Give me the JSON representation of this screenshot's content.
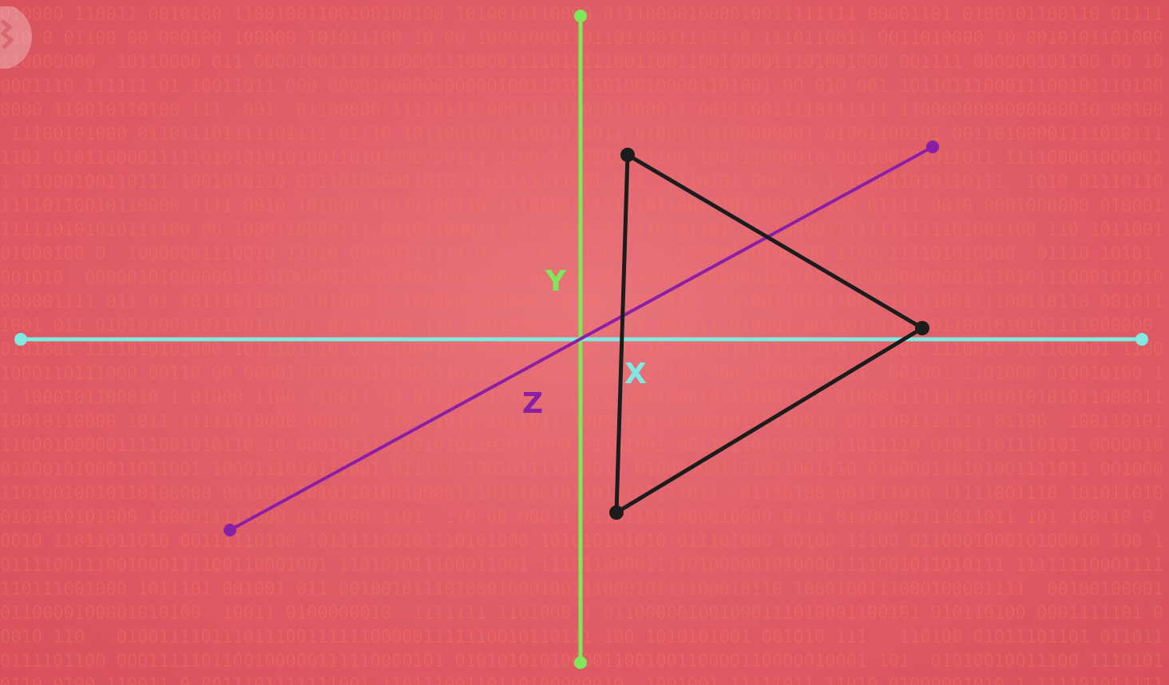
{
  "background": {
    "color": "#e0606a",
    "pattern": "binary-digits"
  },
  "axes": {
    "x": {
      "label": "X",
      "color": "#7fe9e2"
    },
    "y": {
      "label": "Y",
      "color": "#7ee85a"
    },
    "z": {
      "label": "Z",
      "color": "#8a1fa6"
    }
  },
  "triangle": {
    "stroke": "#1c1c1c",
    "vertex_count": 3
  },
  "logo": {
    "icon": "crash-course-logo-icon"
  }
}
